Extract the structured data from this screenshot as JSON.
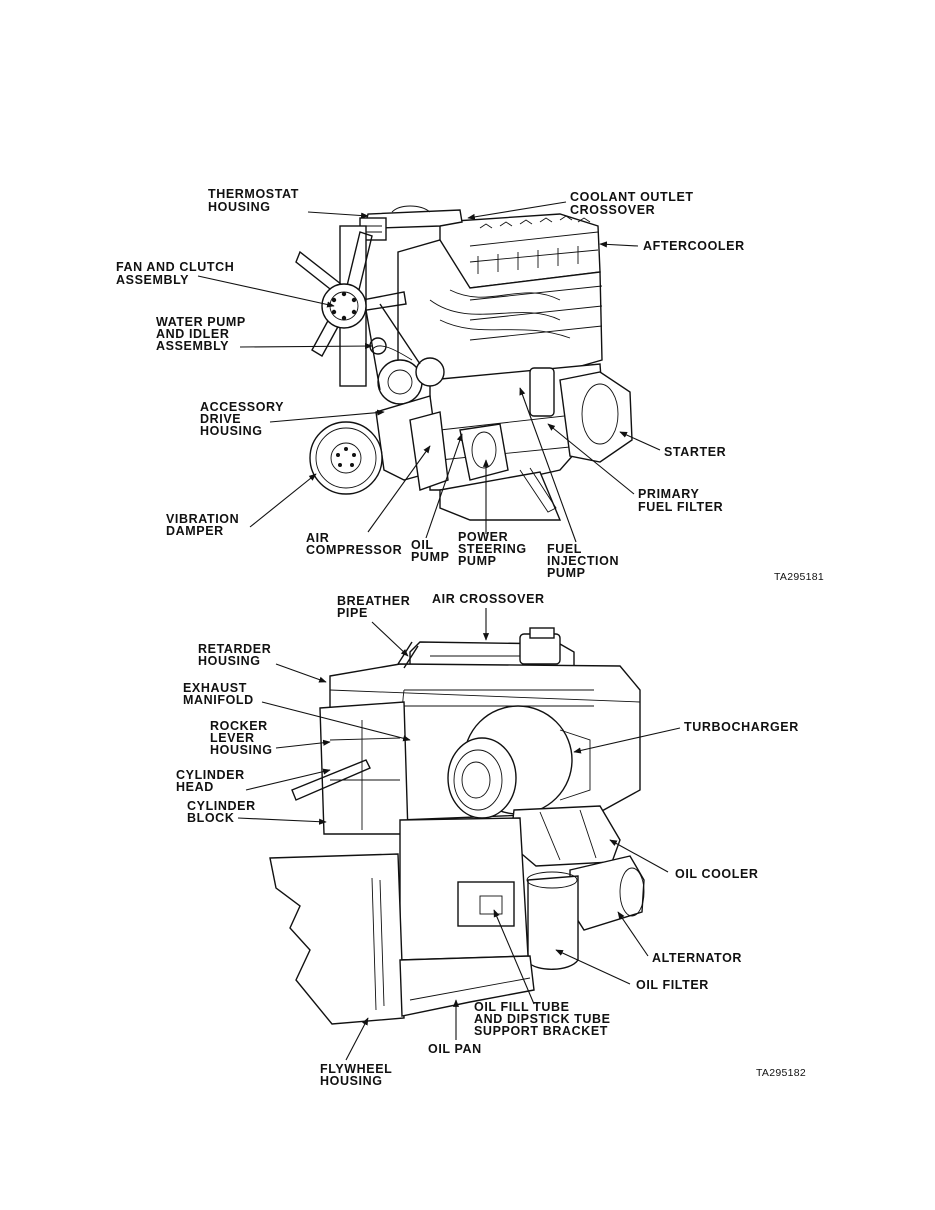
{
  "figures": [
    {
      "id": "TA295181",
      "labels": [
        {
          "key": "thermostat",
          "lines": [
            "THERMOSTAT",
            "HOUSING"
          ]
        },
        {
          "key": "coolant",
          "lines": [
            "COOLANT OUTLET",
            "CROSSOVER"
          ]
        },
        {
          "key": "aftercooler",
          "lines": [
            "AFTERCOOLER"
          ]
        },
        {
          "key": "fan",
          "lines": [
            "FAN AND CLUTCH",
            "ASSEMBLY"
          ]
        },
        {
          "key": "waterpump",
          "lines": [
            "WATER PUMP",
            "AND IDLER",
            "ASSEMBLY"
          ]
        },
        {
          "key": "accessory",
          "lines": [
            "ACCESSORY",
            "DRIVE",
            "HOUSING"
          ]
        },
        {
          "key": "starter",
          "lines": [
            "STARTER"
          ]
        },
        {
          "key": "primary",
          "lines": [
            "PRIMARY",
            "FUEL FILTER"
          ]
        },
        {
          "key": "vibration",
          "lines": [
            "VIBRATION",
            "DAMPER"
          ]
        },
        {
          "key": "aircomp",
          "lines": [
            "AIR",
            "COMPRESSOR"
          ]
        },
        {
          "key": "oilpump",
          "lines": [
            "OIL",
            "PUMP"
          ]
        },
        {
          "key": "powersteer",
          "lines": [
            "POWER",
            "STEERING",
            "PUMP"
          ]
        },
        {
          "key": "fuelinj",
          "lines": [
            "FUEL",
            "INJECTION",
            "PUMP"
          ]
        }
      ]
    },
    {
      "id": "TA295182",
      "labels": [
        {
          "key": "breather",
          "lines": [
            "BREATHER",
            "PIPE"
          ]
        },
        {
          "key": "aircross",
          "lines": [
            "AIR CROSSOVER"
          ]
        },
        {
          "key": "retarder",
          "lines": [
            "RETARDER",
            "HOUSING"
          ]
        },
        {
          "key": "exhaust",
          "lines": [
            "EXHAUST",
            "MANIFOLD"
          ]
        },
        {
          "key": "rocker",
          "lines": [
            "ROCKER",
            "LEVER",
            "HOUSING"
          ]
        },
        {
          "key": "cylhead",
          "lines": [
            "CYLINDER",
            "HEAD"
          ]
        },
        {
          "key": "cylblock",
          "lines": [
            "CYLINDER",
            "BLOCK"
          ]
        },
        {
          "key": "turbo",
          "lines": [
            "TURBOCHARGER"
          ]
        },
        {
          "key": "oilcooler",
          "lines": [
            "OIL COOLER"
          ]
        },
        {
          "key": "alternator",
          "lines": [
            "ALTERNATOR"
          ]
        },
        {
          "key": "oilfilter",
          "lines": [
            "OIL FILTER"
          ]
        },
        {
          "key": "oilfill",
          "lines": [
            "OIL FILL TUBE",
            "AND DIPSTICK TUBE",
            "SUPPORT BRACKET"
          ]
        },
        {
          "key": "oilpan",
          "lines": [
            "OIL PAN"
          ]
        },
        {
          "key": "flywheel",
          "lines": [
            "FLYWHEEL",
            "HOUSING"
          ]
        }
      ]
    }
  ]
}
